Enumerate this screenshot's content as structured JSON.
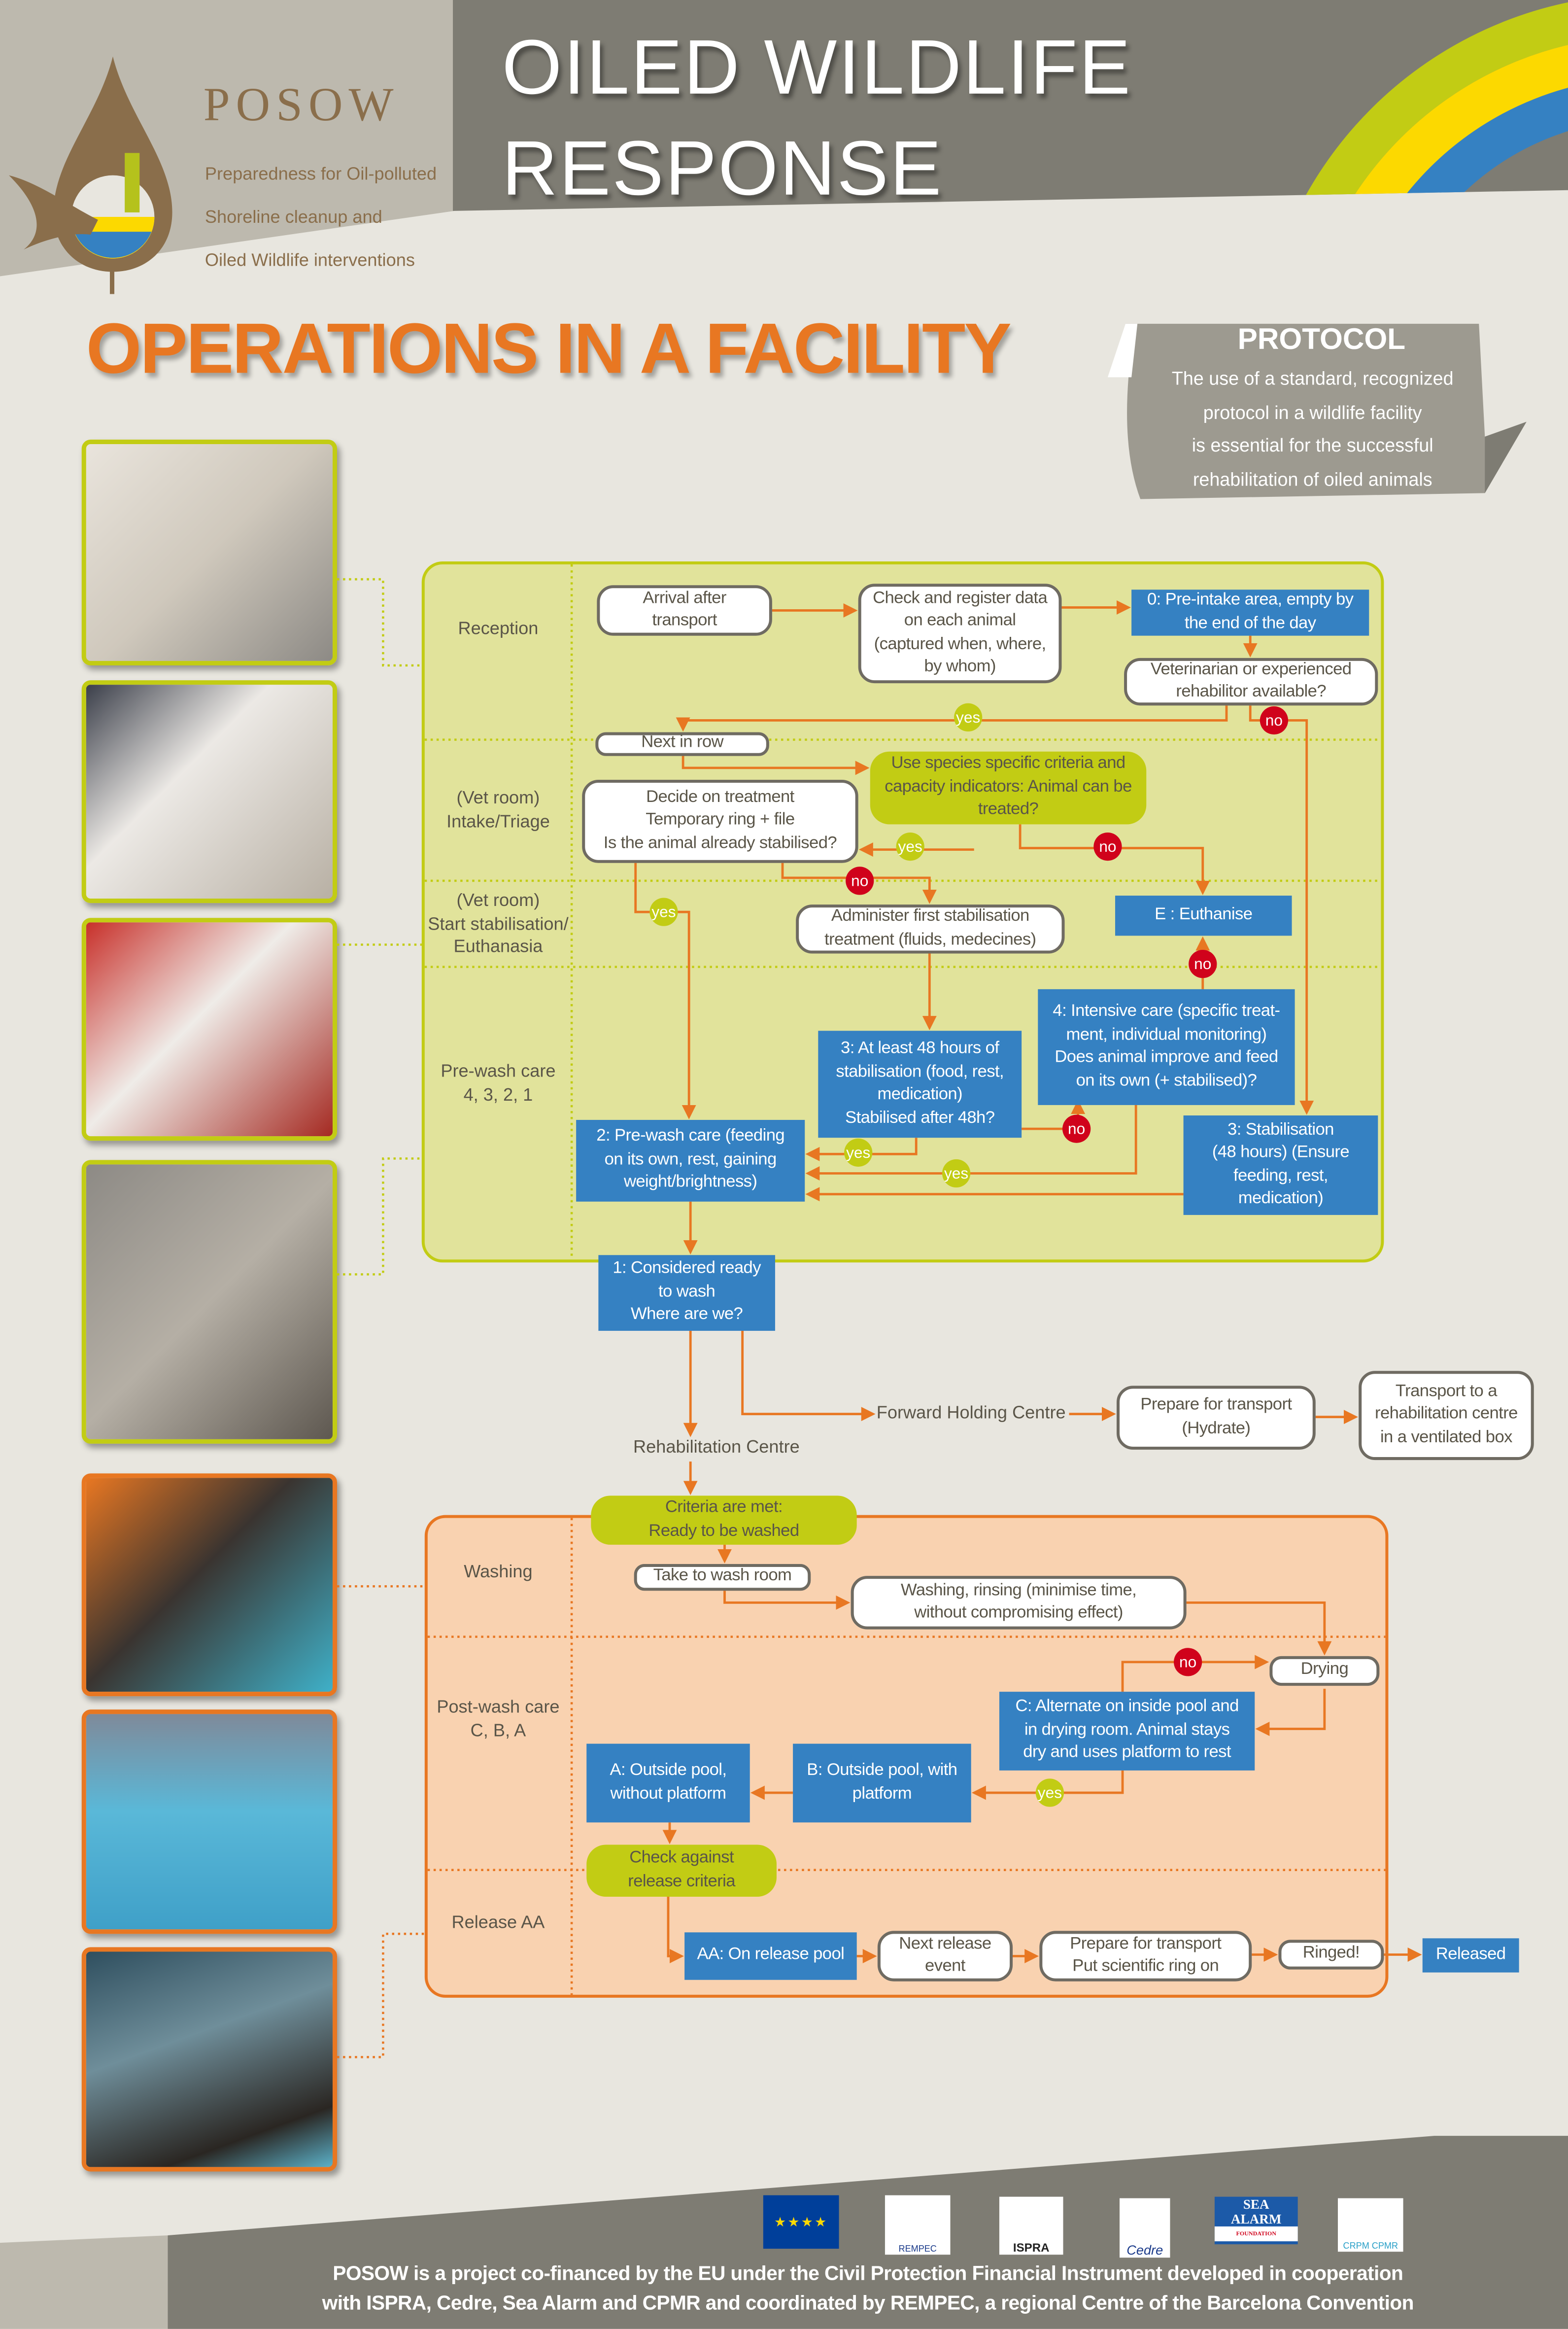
{
  "header": {
    "title_line1": "OILED WILDLIFE",
    "title_line2": "RESPONSE",
    "logo": {
      "name": "POSOW",
      "line1": "Preparedness for Oil-polluted",
      "line2": "Shoreline cleanup and",
      "line3": "Oiled Wildlife interventions"
    }
  },
  "page_title": "OPERATIONS IN A FACILITY",
  "protocol": {
    "title": "PROTOCOL",
    "text": "The use of a standard, recognized\nprotocol in a wildlife facility\nis essential for the successful\nrehabilitation of oiled animals"
  },
  "sections": {
    "reception": "Reception",
    "intake": "(Vet room)\nIntake/Triage",
    "stabilisation": "(Vet room)\nStart stabilisation/\nEuthanasia",
    "prewash": "Pre-wash care\n4, 3, 2, 1",
    "washing": "Washing",
    "postwash": "Post-wash care\nC, B, A",
    "release": "Release AA"
  },
  "nodes": {
    "arrival": "Arrival after\ntransport",
    "check_register": "Check and register data\non each animal\n(captured when, where,\nby whom)",
    "pre_intake": "0: Pre-intake area, empty by\nthe end of the day",
    "vet_available": "Veterinarian or experienced\nrehabilitor available?",
    "next_in_row": "Next in row",
    "species_criteria": "Use species specific criteria and\ncapacity indicators: Animal can be\ntreated?",
    "decide_treatment": "Decide on treatment\nTemporary ring + file\nIs the animal already  stabilised?",
    "administer": "Administer first stabilisation\ntreatment (fluids, medecines)",
    "euthanise": "E : Euthanise",
    "intensive_care": "4: Intensive care (specific treat-\nment, individual monitoring)\nDoes animal improve and feed\non its own (+ stabilised)?",
    "at_least_48": "3: At least 48 hours of\nstabilisation (food, rest,\nmedication)\nStabilised after 48h?",
    "prewash_care": "2: Pre-wash care (feeding\non its own, rest, gaining\nweight/brightness)",
    "stabilisation_48": "3: Stabilisation\n(48 hours) (Ensure\nfeeding, rest,\nmedication)",
    "ready_to_wash": "1: Considered ready\nto wash\nWhere are we?",
    "forward_holding": "Forward Holding Centre",
    "prepare_hydrate": "Prepare for transport\n(Hydrate)",
    "transport_rehab": "Transport to a\nrehabilitation centre\nin a ventilated box",
    "rehab_centre": "Rehabilitation Centre",
    "criteria_met": "Criteria are met:\nReady to be washed",
    "take_wash": "Take to wash room",
    "washing_rinsing": "Washing, rinsing (minimise time,\nwithout compromising effect)",
    "drying": "Drying",
    "alternate_c": "C: Alternate on inside pool and\nin drying room. Animal stays\ndry and uses platform to rest",
    "outside_b": "B: Outside pool, with\nplatform",
    "outside_a": "A: Outside pool,\nwithout platform",
    "check_release": "Check against\nrelease criteria",
    "release_pool": "AA: On release pool",
    "next_release": "Next release\nevent",
    "prepare_ring": "Prepare for transport\nPut scientific ring on",
    "ringed": "Ringed!",
    "released": "Released"
  },
  "decisions": {
    "yes": "yes",
    "no": "no"
  },
  "footer": {
    "line1": "POSOW is a project co-financed by the EU under the Civil Protection Financial Instrument developed in cooperation",
    "line2": "with ISPRA, Cedre, Sea Alarm and CPMR and coordinated by REMPEC, a regional Centre of the Barcelona Convention",
    "logos": {
      "rempec": "REMPEC",
      "ispra": "ISPRA",
      "cedre": "Cedre",
      "sea_alarm_1": "SEA",
      "sea_alarm_2": "ALARM",
      "sea_alarm_3": "FOUNDATION",
      "cpmr": "CRPM CPMR"
    }
  },
  "colors": {
    "accent_orange": "#e87722",
    "lime": "#c2cc14",
    "blue": "#3581c2",
    "no_red": "#d0021b",
    "header_gray": "#7e7c73"
  }
}
